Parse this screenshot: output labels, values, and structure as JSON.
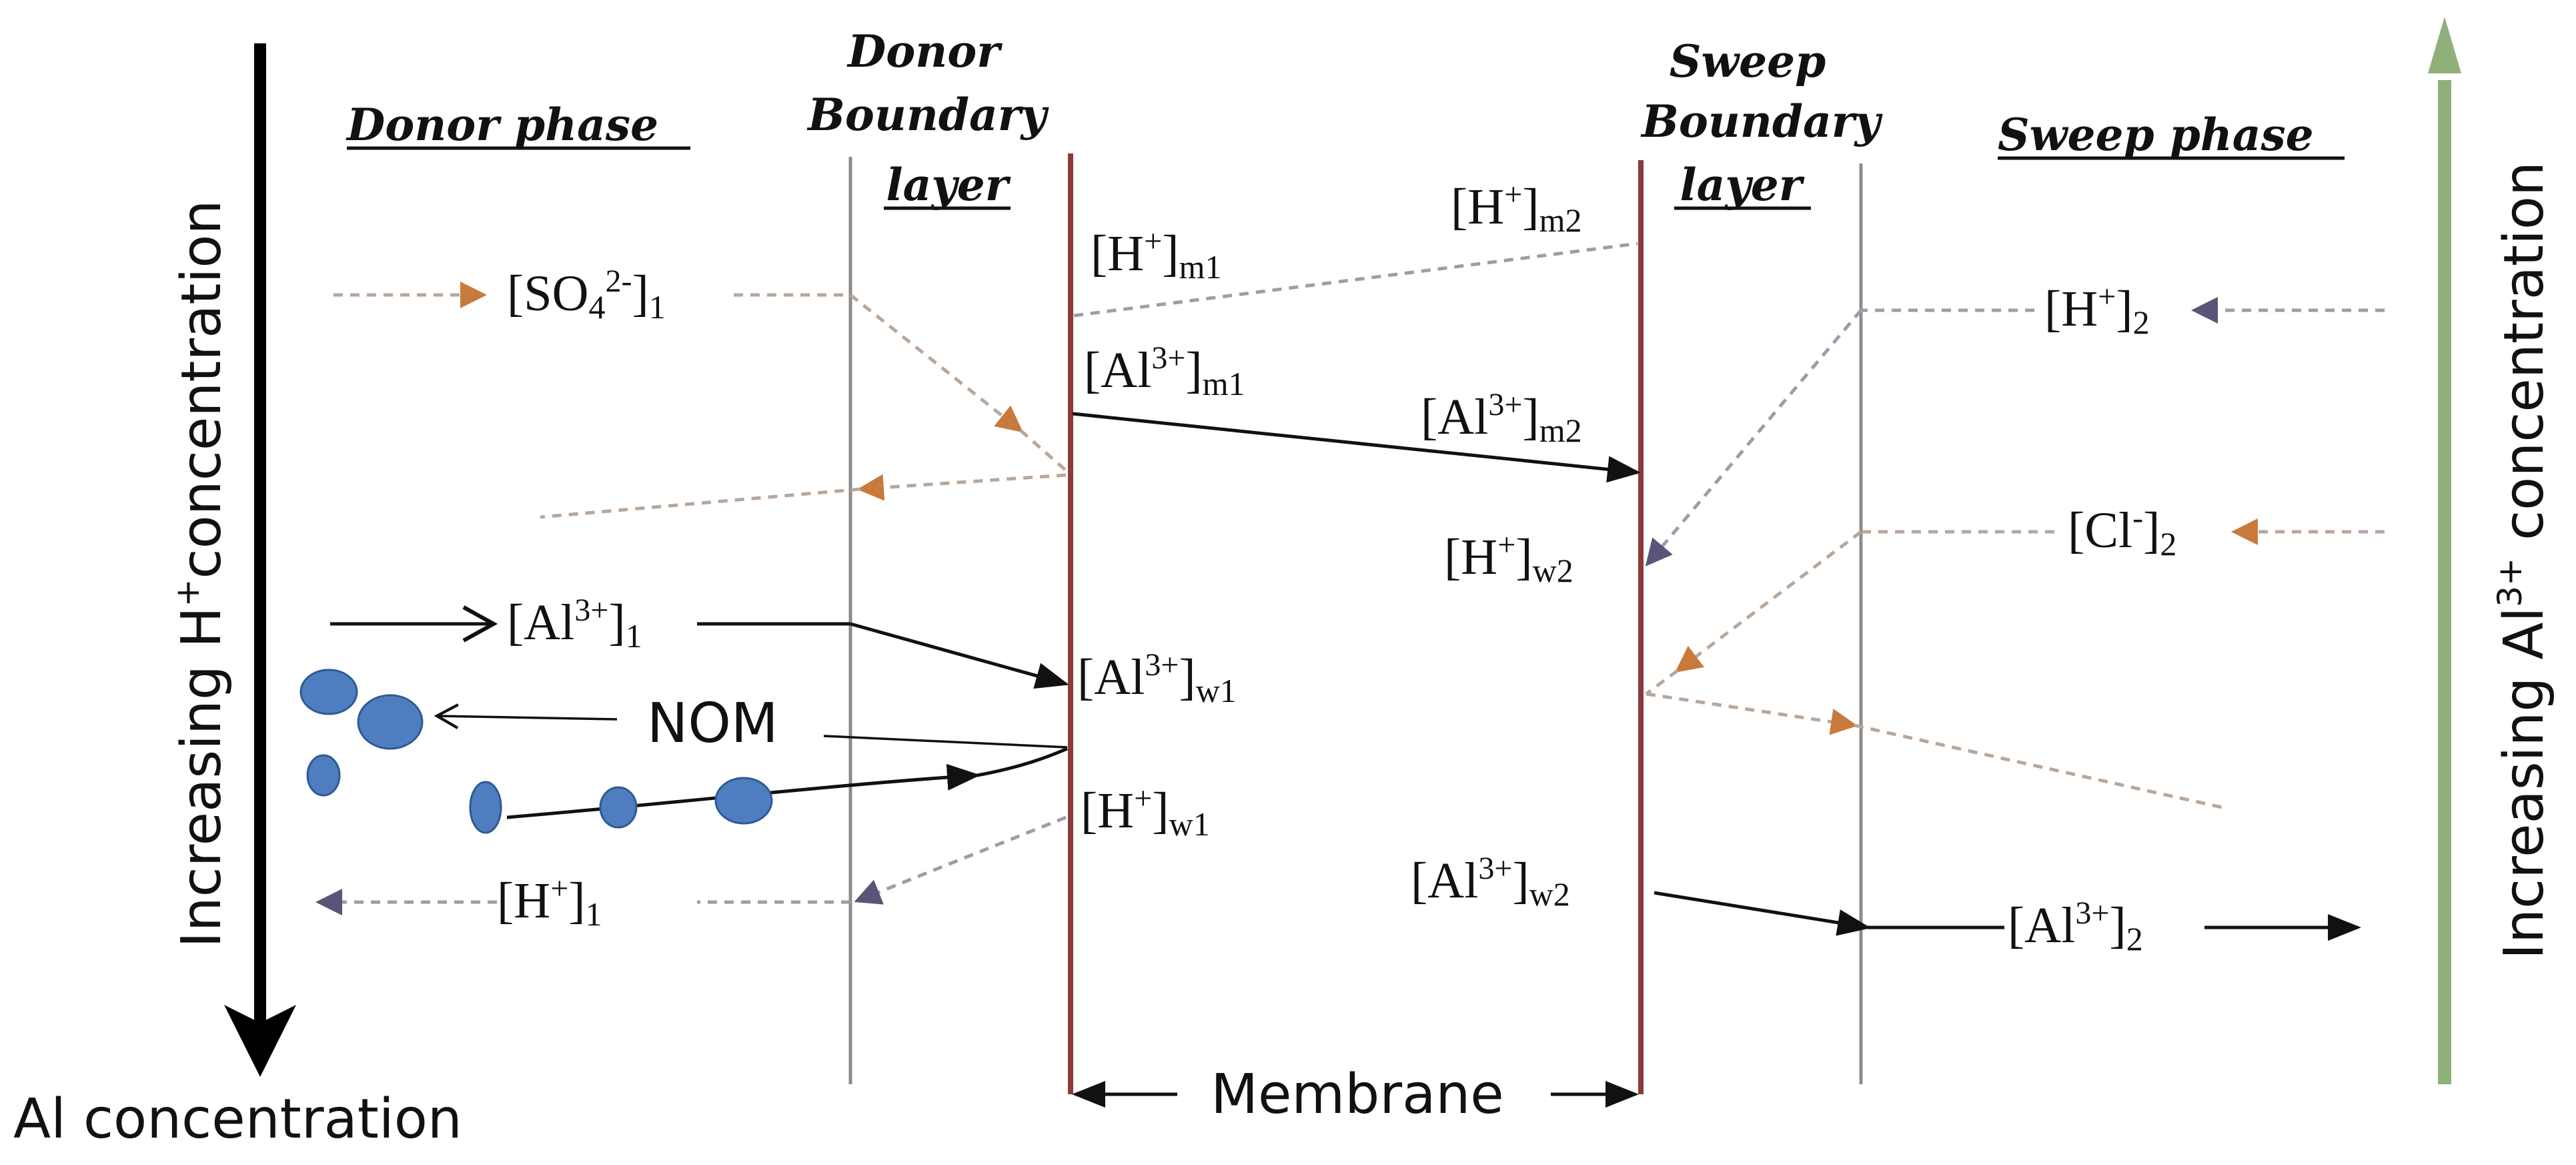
{
  "headings": {
    "donor_phase": "Donor phase",
    "donor_boundary_line1": "Donor",
    "donor_boundary_line2": "Boundary",
    "donor_boundary_line3": "layer",
    "sweep_boundary_line1": "Sweep",
    "sweep_boundary_line2": "Boundary",
    "sweep_boundary_line3": "layer",
    "sweep_phase": "Sweep phase"
  },
  "axes": {
    "left": {
      "text_before": "Increasing H",
      "sup": "+",
      "text_after": "concentration"
    },
    "left_bottom": "Al concentration",
    "right": {
      "text_before": "Increasing Al",
      "sup": "3+",
      "text_after": " concentration"
    }
  },
  "species": {
    "so4_1": {
      "main": "[SO",
      "sub1": "4",
      "sup": "2-",
      "close": "]",
      "sub2": "1"
    },
    "al_1": {
      "main": "[Al",
      "sup": "3+",
      "close": "]",
      "sub": "1"
    },
    "nom": "NOM",
    "h_1": {
      "main": "[H",
      "sup": "+",
      "close": "]",
      "sub": "1"
    },
    "h_m1": {
      "main": "[H",
      "sup": "+",
      "close": "]",
      "sub": "m1"
    },
    "al_m1": {
      "main": "[Al",
      "sup": "3+",
      "close": "]",
      "sub": "m1"
    },
    "al_w1": {
      "main": "[Al",
      "sup": "3+",
      "close": "]",
      "sub": "w1"
    },
    "h_w1": {
      "main": "[H",
      "sup": "+",
      "close": "]",
      "sub": "w1"
    },
    "h_m2": {
      "main": "[H",
      "sup": "+",
      "close": "]",
      "sub": "m2"
    },
    "al_m2": {
      "main": "[Al",
      "sup": "3+",
      "close": "]",
      "sub": "m2"
    },
    "h_w2": {
      "main": "[H",
      "sup": "+",
      "close": "]",
      "sub": "w2"
    },
    "al_w2": {
      "main": "[Al",
      "sup": "3+",
      "close": "]",
      "sub": "w2"
    },
    "h_2": {
      "main": "[H",
      "sup": "+",
      "close": "]",
      "sub": "2"
    },
    "cl_2": {
      "main": "[Cl",
      "sup": "-",
      "close": "]",
      "sub": "2"
    },
    "al_2": {
      "main": "[Al",
      "sup": "3+",
      "close": "]",
      "sub": "2"
    }
  },
  "membrane_label": "Membrane",
  "colors": {
    "membrane_line": "#8a3a3a",
    "boundary_line": "#8c8c8c",
    "aluminium_arrow": "#111111",
    "sulfate_chloride_arrow": "#c87a3c",
    "proton_arrow": "#5b5478",
    "nom_particle": "#4f7ec0",
    "nom_particle_edge": "#2e5a94",
    "right_axis_arrow": "#8fb07a",
    "left_axis_arrow": "#000000"
  }
}
